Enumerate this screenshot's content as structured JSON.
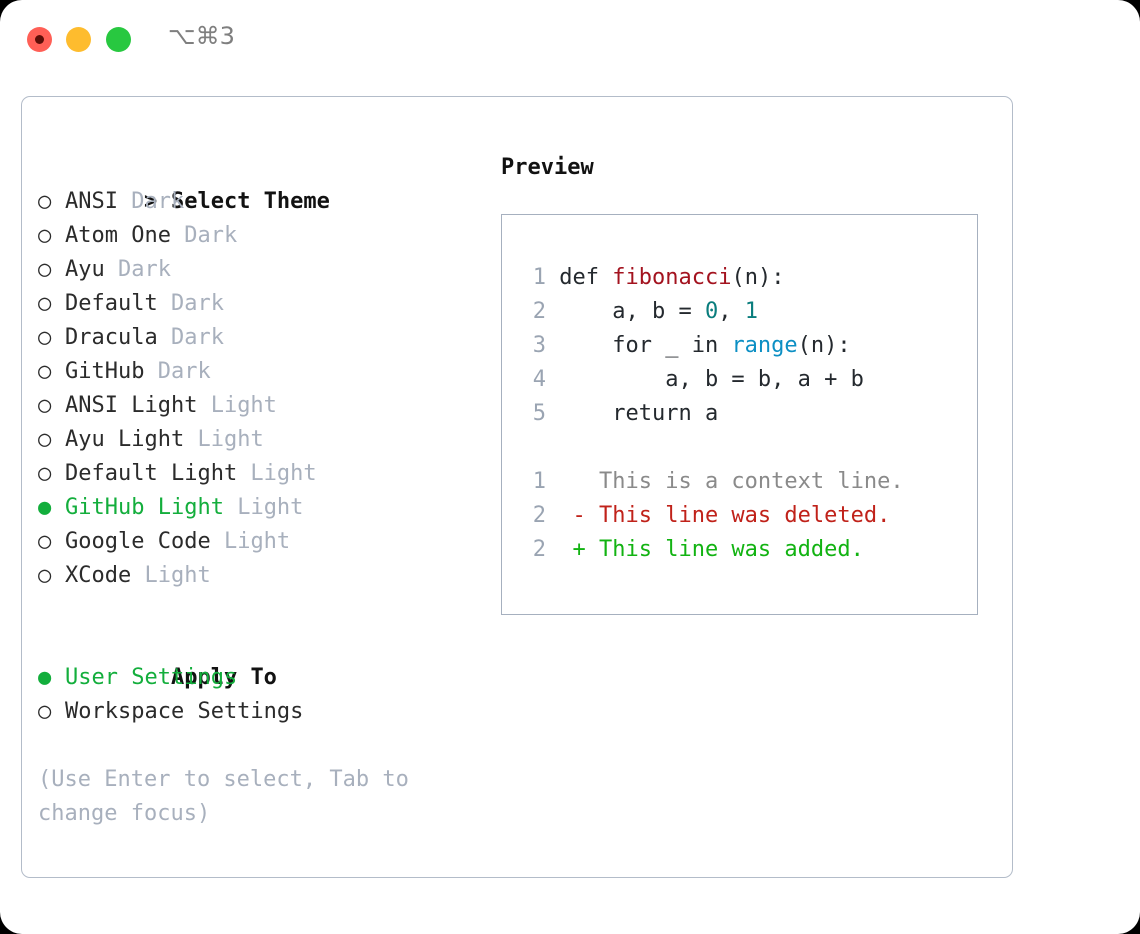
{
  "titlebar": {
    "shortcut": "⌥⌘3",
    "buttons": {
      "close": "close-button",
      "minimize": "minimize-button",
      "maximize": "maximize-button"
    }
  },
  "theme_picker": {
    "header_marker": ">",
    "header": "Select Theme",
    "unselected_marker": "○",
    "selected_marker": "●",
    "items": [
      {
        "marker": "○",
        "label": "ANSI",
        "variant": "Dark",
        "selected": false
      },
      {
        "marker": "○",
        "label": "Atom One",
        "variant": "Dark",
        "selected": false
      },
      {
        "marker": "○",
        "label": "Ayu",
        "variant": "Dark",
        "selected": false
      },
      {
        "marker": "○",
        "label": "Default",
        "variant": "Dark",
        "selected": false
      },
      {
        "marker": "○",
        "label": "Dracula",
        "variant": "Dark",
        "selected": false
      },
      {
        "marker": "○",
        "label": "GitHub",
        "variant": "Dark",
        "selected": false
      },
      {
        "marker": "○",
        "label": "ANSI Light",
        "variant": "Light",
        "selected": false
      },
      {
        "marker": "○",
        "label": "Ayu Light",
        "variant": "Light",
        "selected": false
      },
      {
        "marker": "○",
        "label": "Default Light",
        "variant": "Light",
        "selected": false
      },
      {
        "marker": "●",
        "label": "GitHub Light",
        "variant": "Light",
        "selected": true
      },
      {
        "marker": "○",
        "label": "Google Code",
        "variant": "Light",
        "selected": false
      },
      {
        "marker": "○",
        "label": "XCode",
        "variant": "Light",
        "selected": false
      }
    ]
  },
  "apply_to": {
    "header": "Apply To",
    "items": [
      {
        "marker": "●",
        "label": "User Settings",
        "selected": true
      },
      {
        "marker": "○",
        "label": "Workspace Settings",
        "selected": false
      }
    ]
  },
  "help_text": "(Use Enter to select, Tab to change focus)",
  "preview": {
    "title": "Preview",
    "code_lines": [
      {
        "no": "1",
        "segments": [
          {
            "t": "def ",
            "c": "plain"
          },
          {
            "t": "fibonacci",
            "c": "fn"
          },
          {
            "t": "(n):",
            "c": "plain"
          }
        ]
      },
      {
        "no": "2",
        "segments": [
          {
            "t": "    a, b = ",
            "c": "plain"
          },
          {
            "t": "0",
            "c": "num"
          },
          {
            "t": ", ",
            "c": "plain"
          },
          {
            "t": "1",
            "c": "num"
          }
        ]
      },
      {
        "no": "3",
        "segments": [
          {
            "t": "    for _ in ",
            "c": "plain"
          },
          {
            "t": "range",
            "c": "call"
          },
          {
            "t": "(n):",
            "c": "plain"
          }
        ]
      },
      {
        "no": "4",
        "segments": [
          {
            "t": "        a, b = b, a + b",
            "c": "plain"
          }
        ]
      },
      {
        "no": "5",
        "segments": [
          {
            "t": "    return a",
            "c": "plain"
          }
        ]
      }
    ],
    "diff_lines": [
      {
        "no": "1",
        "sign": " ",
        "text": "This is a context line.",
        "kind": "ctx"
      },
      {
        "no": "2",
        "sign": "-",
        "text": "This line was deleted.",
        "kind": "del"
      },
      {
        "no": "2",
        "sign": "+",
        "text": "This line was added.",
        "kind": "add"
      }
    ]
  },
  "colors": {
    "selected_green": "#13ae3c",
    "muted_gray": "#a8b0bd",
    "panel_border": "#a6b0bf",
    "traffic_red": "#ff5f56",
    "traffic_yellow": "#febc2e",
    "traffic_green": "#28c840",
    "diff_delete": "#c0221a",
    "diff_add": "#12b312",
    "token_function": "#a3131f",
    "token_number": "#0a7d7d",
    "token_call": "#0c8fc4"
  }
}
